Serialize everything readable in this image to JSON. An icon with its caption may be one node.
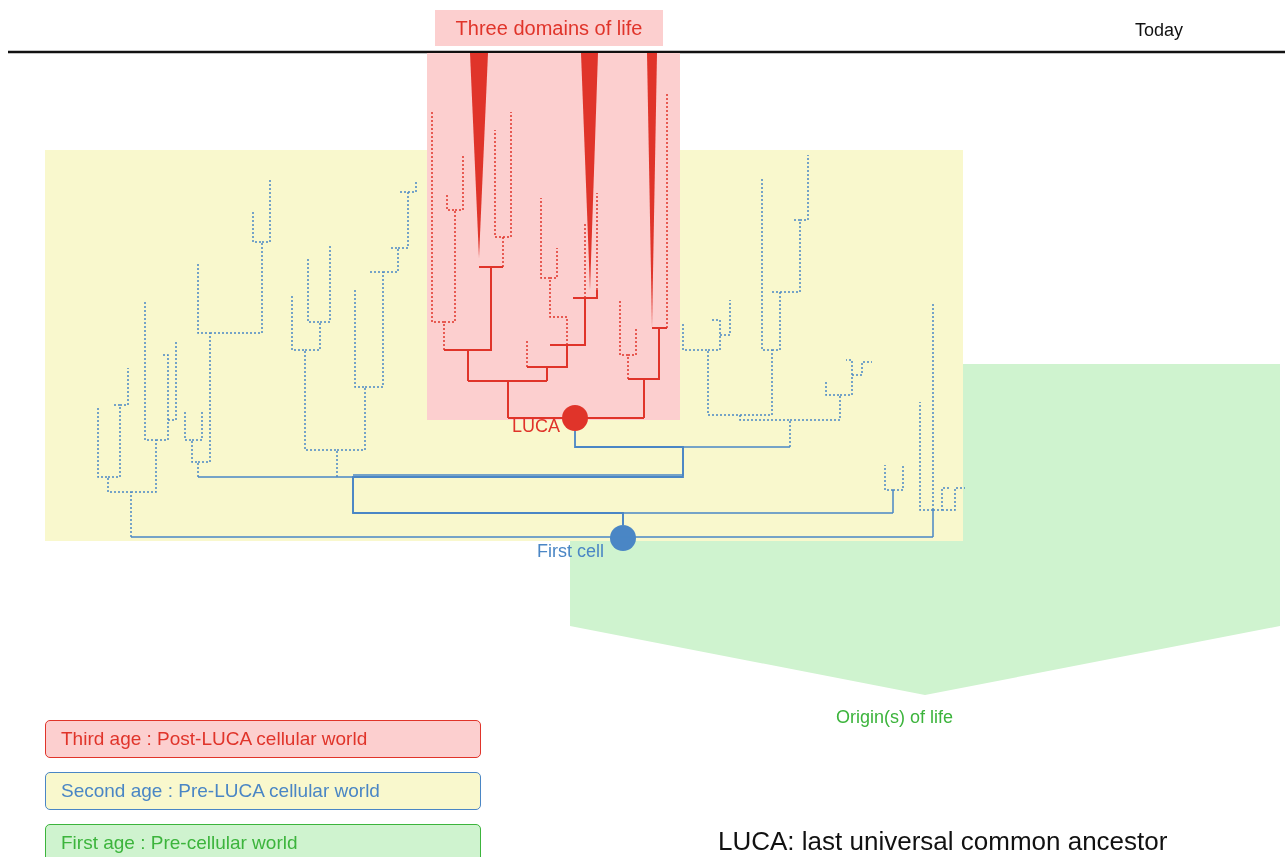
{
  "diagram": {
    "nodes": [
      {
        "text": [
          "Three domains of life"
        ]
      },
      {
        "text": [],
        "shape": "circle",
        "beside": [
          "LUCA"
        ]
      },
      {
        "text": [],
        "shape": "circle",
        "beside": [
          "First cell"
        ]
      }
    ],
    "edges": [
      {
        "from": 2,
        "to": 1,
        "arrow": "none"
      }
    ],
    "labels": [
      "Today",
      "Origin(s) of life",
      "LUCA: last universal common ancestor"
    ],
    "legend": [
      {
        "text": "Third age : Post-LUCA cellular world",
        "color": "#fccfcf"
      },
      {
        "text": "Second age : Pre-LUCA cellular world",
        "color": "#f9f8cd"
      },
      {
        "text": "First age : Pre-cellular world",
        "color": "#cff3cf"
      }
    ]
  }
}
